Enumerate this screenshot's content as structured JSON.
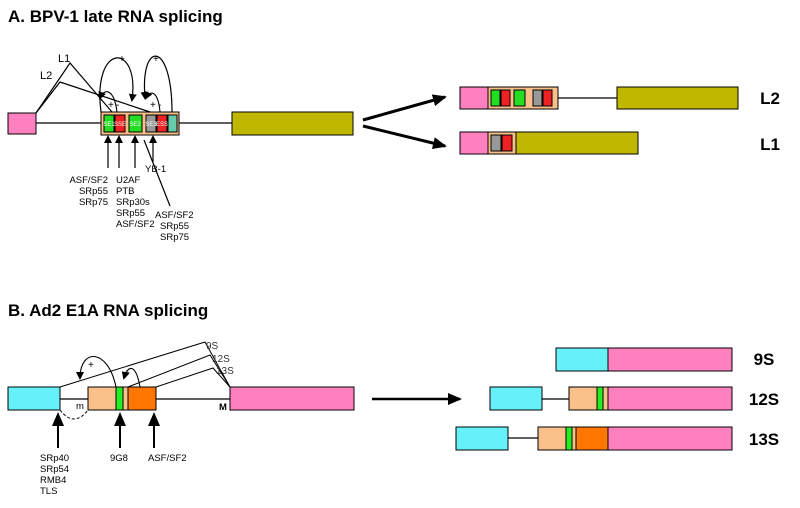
{
  "colors": {
    "pink": "#ff80c0",
    "olive": "#c0b800",
    "green": "#22dd22",
    "red": "#ee2222",
    "gray": "#999999",
    "teal": "#66ccaa",
    "cyan": "#66f0f8",
    "peach": "#fac08a",
    "orange": "#ff7700",
    "bright_green": "#22ee22"
  },
  "panel_a": {
    "title": "A. BPV-1 late RNA splicing",
    "path_labels": [
      "L1",
      "L2"
    ],
    "element_labels": [
      "SE1",
      "SSE",
      "SE2",
      "SE3",
      "ESS"
    ],
    "signs": [
      "+",
      "+",
      "+",
      "-",
      "+",
      "-"
    ],
    "factor_groups": [
      [
        "ASF/SF2",
        "SRp55",
        "SRp75"
      ],
      [
        "U2AF",
        "PTB",
        "SRp30s",
        "SRp55",
        "ASF/SF2"
      ],
      [
        "YB-1"
      ],
      [
        "ASF/SF2",
        "SRp55",
        "SRp75"
      ]
    ],
    "products": [
      "L2",
      "L1"
    ]
  },
  "panel_b": {
    "title": "B. Ad2 E1A RNA splicing",
    "isoform_labels": [
      "9S",
      "12S",
      "13S"
    ],
    "site_labels": [
      "m",
      "M"
    ],
    "signs": [
      "+",
      "+"
    ],
    "factor_groups": [
      [
        "SRp40",
        "SRp54",
        "RMB4",
        "TLS"
      ],
      [
        "9G8"
      ],
      [
        "ASF/SF2"
      ]
    ],
    "products": [
      "9S",
      "12S",
      "13S"
    ]
  }
}
